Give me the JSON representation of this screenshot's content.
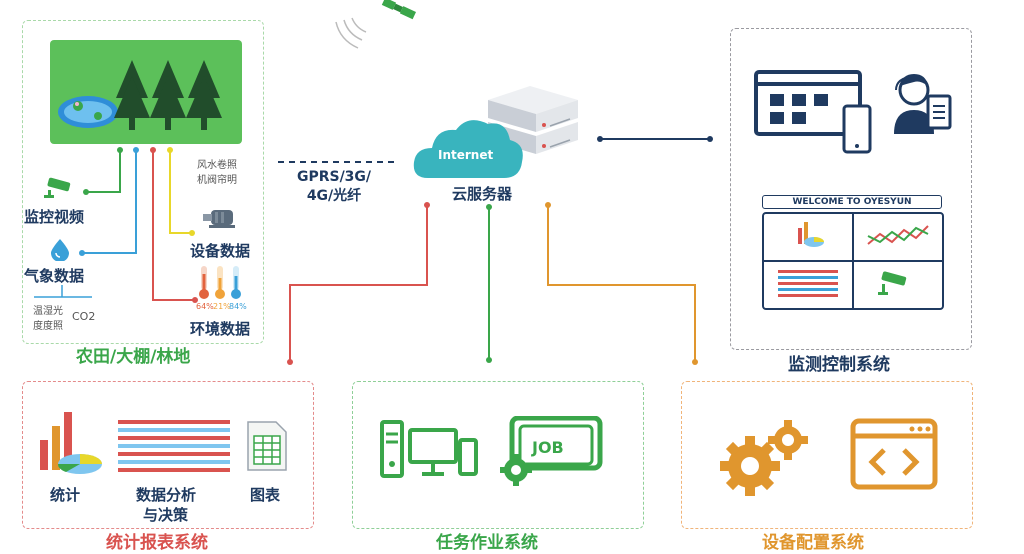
{
  "colors": {
    "navy": "#1f3a60",
    "green": "#3aa64a",
    "red": "#d9534f",
    "orange": "#e0962e",
    "field_green": "#5cc05a",
    "yellow": "#e8d72a",
    "blue": "#3aa0d8"
  },
  "field": {
    "title": "农田/大棚/林地",
    "camera_label": "监控视频",
    "weather_label": "气象数据",
    "equipment_label": "设备数据",
    "environment_label": "环境数据",
    "weather_terms_line1": "温湿光",
    "weather_terms_line2": "度度照",
    "weather_terms_co2": "CO2",
    "equipment_terms_line1": "风水卷照",
    "equipment_terms_line2": "机阀帘明",
    "thermo_values": [
      "64%",
      "21%",
      "84%"
    ]
  },
  "network": {
    "link_line1": "GPRS/3G/",
    "link_line2": "4G/光纤",
    "cloud_text": "Internet",
    "server_label": "云服务器"
  },
  "monitor": {
    "title": "监测控制系统",
    "welcome_text": "WELCOME TO OYESYUN"
  },
  "stats": {
    "title": "统计报表系统",
    "item_stats": "统计",
    "item_analysis_line1": "数据分析",
    "item_analysis_line2": "与决策",
    "item_charts": "图表"
  },
  "task": {
    "title": "任务作业系统",
    "job_text": "JOB"
  },
  "equip": {
    "title": "设备配置系统"
  }
}
